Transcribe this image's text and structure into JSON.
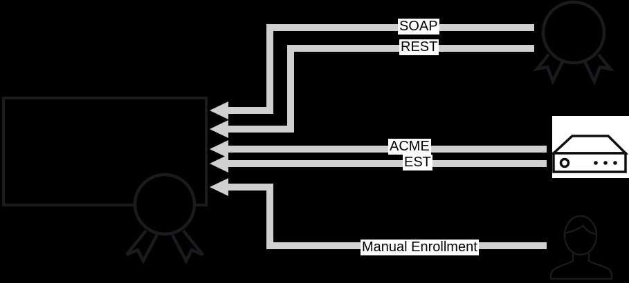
{
  "colors": {
    "background": "#000000",
    "connector": "#d0d0d0",
    "label_bg": "#ffffff",
    "label_text": "#000000",
    "icon_stroke": "#1b1b1f",
    "device_stroke": "#0d0d0d",
    "card_bg": "#ffffff"
  },
  "labels": {
    "soap": "SOAP",
    "rest": "REST",
    "acme": "ACME",
    "est": "EST",
    "manual": "Manual Enrollment"
  },
  "icons": {
    "left": "certificate-award-icon",
    "top_right": "award-ribbon-icon",
    "middle_right": "network-device-icon",
    "bottom_right": "person-icon"
  },
  "connections": [
    {
      "label": "SOAP",
      "from": "award-ribbon-icon",
      "to": "certificate-award-icon"
    },
    {
      "label": "REST",
      "from": "award-ribbon-icon",
      "to": "certificate-award-icon"
    },
    {
      "label": "ACME",
      "from": "network-device-icon",
      "to": "certificate-award-icon"
    },
    {
      "label": "EST",
      "from": "network-device-icon",
      "to": "certificate-award-icon"
    },
    {
      "label": "Manual Enrollment",
      "from": "person-icon",
      "to": "certificate-award-icon"
    }
  ]
}
